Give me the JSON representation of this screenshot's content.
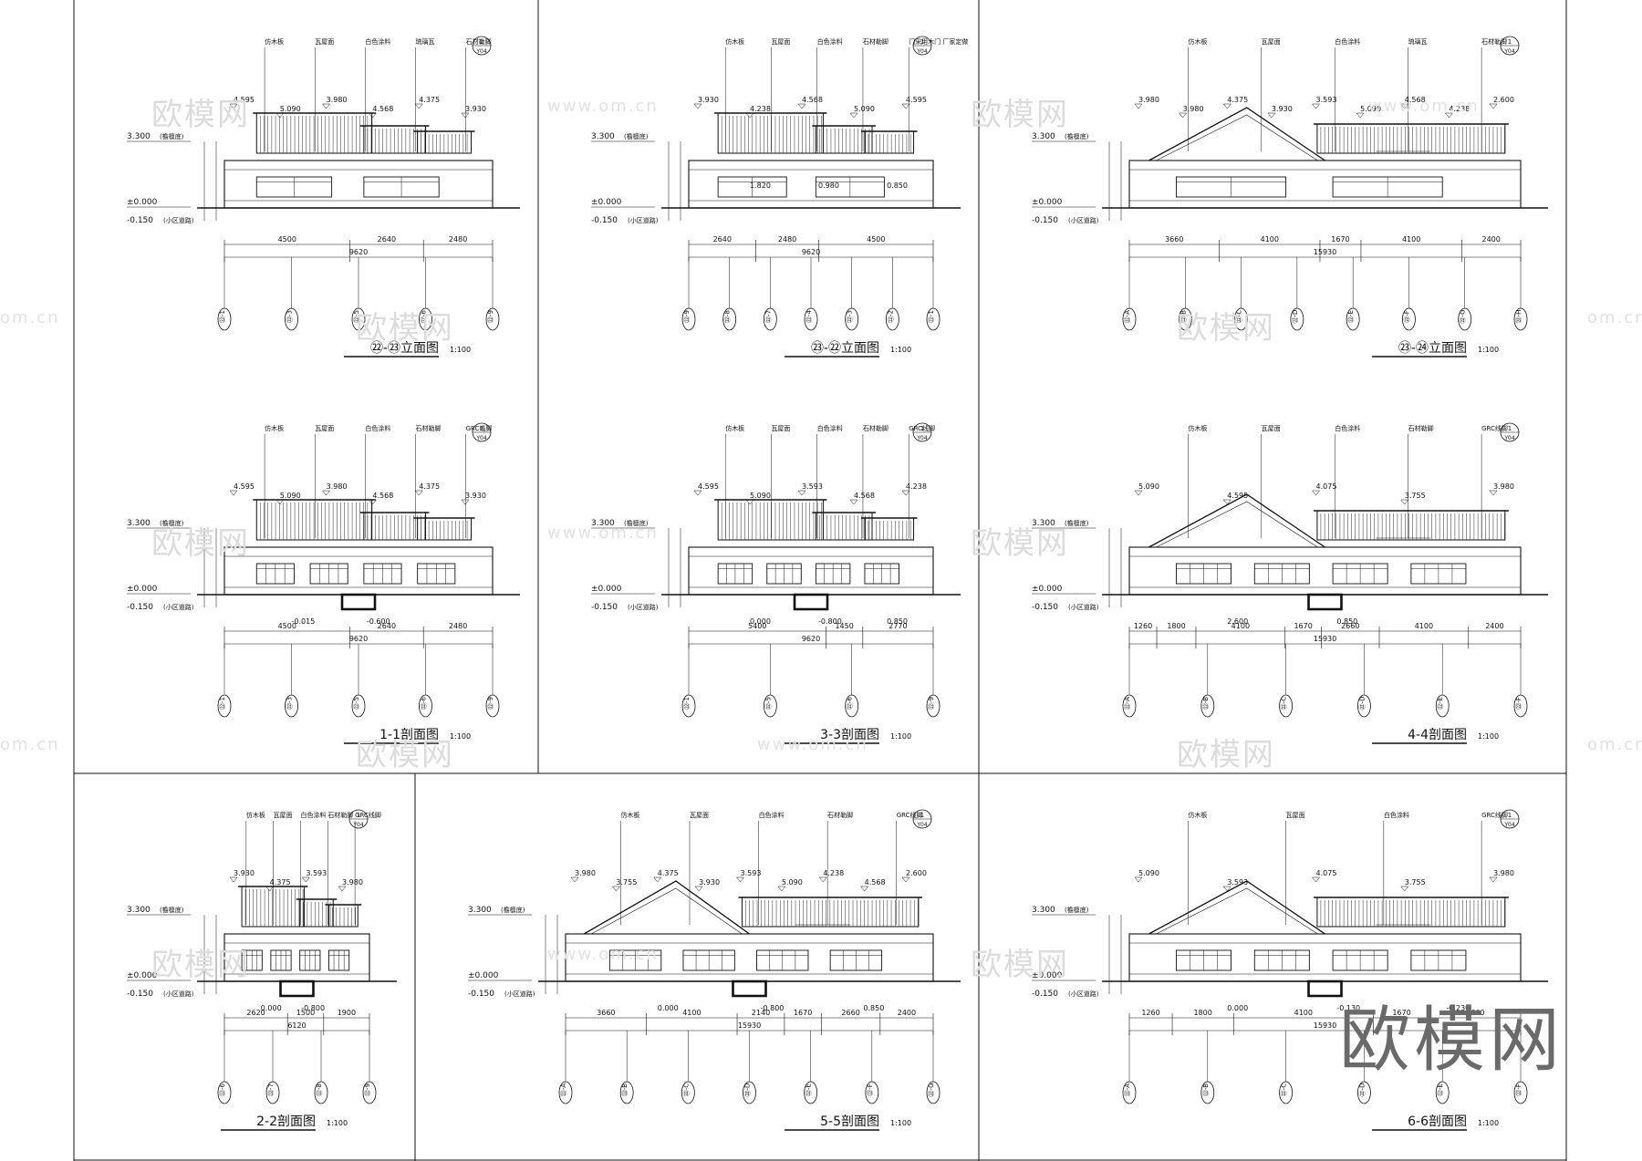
{
  "watermark": {
    "brand": "欧模网",
    "site": "www.om.cn",
    "site_partial": "om.cn"
  },
  "levels": {
    "eave": "3.300",
    "eave_note": "(檐檩底)",
    "ground": "±0.000",
    "outdoor": "-0.150",
    "outdoor_note": "(小区道路)"
  },
  "callout": {
    "num": "1",
    "sheet": "Y04"
  },
  "panels": [
    {
      "title": "㉒-㉓立面图",
      "scale": "1:100",
      "elev": [
        "4.595",
        "5.090",
        "3.980",
        "4.568",
        "4.375",
        "3.930"
      ],
      "dims": [
        "4500",
        "2640",
        "2480"
      ],
      "total": "9620",
      "axes": [
        "㉒-1",
        "㉒-3",
        "㉒-5",
        "㉒-6",
        "㉒-9"
      ],
      "notes": [
        "仿木板",
        "瓦屋面",
        "白色涂料",
        "琉璃瓦",
        "石材勒脚"
      ],
      "extra": []
    },
    {
      "title": "㉓-㉒立面图",
      "scale": "1:100",
      "elev": [
        "3.930",
        "4.238",
        "4.568",
        "5.090",
        "4.595"
      ],
      "dims": [
        "2640",
        "2480",
        "4500"
      ],
      "total": "9620",
      "axes": [
        "㉒-9",
        "㉒-8",
        "㉒-7",
        "㉒-4",
        "㉒-3",
        "㉒-2",
        "㉒-1"
      ],
      "notes": [
        "仿木板",
        "瓦屋面",
        "白色涂料",
        "石材勒脚",
        "门采用木门 厂家定做"
      ],
      "extra": [
        "1.820",
        "0.980",
        "0.850"
      ]
    },
    {
      "title": "㉓-㉔立面图",
      "scale": "1:100",
      "elev": [
        "3.980",
        "3.980",
        "4.375",
        "3.930",
        "3.593",
        "5.090",
        "4.568",
        "4.238",
        "2.600"
      ],
      "dims": [
        "3660",
        "4100",
        "1670",
        "4100",
        "2400"
      ],
      "total": "15930",
      "axes": [
        "㉒-A",
        "㉒-B",
        "㉒-C",
        "㉒-D",
        "㉒-E",
        "㉒-F",
        "㉒-G",
        "㉒-H"
      ],
      "notes": [
        "仿木板",
        "瓦屋面",
        "白色涂料",
        "琉璃瓦",
        "石材勒脚"
      ],
      "extra": []
    },
    {
      "title": "1-1剖面图",
      "scale": "1:100",
      "elev": [
        "4.595",
        "5.090",
        "3.980",
        "4.568",
        "4.375",
        "3.930"
      ],
      "dims": [
        "4500",
        "2640",
        "2480"
      ],
      "total": "9620",
      "axes": [
        "㉒-1",
        "㉒-3",
        "㉒-5",
        "㉒-6",
        "㉒-9"
      ],
      "notes": [
        "仿木板",
        "瓦屋面",
        "白色涂料",
        "石材勒脚",
        "GRC线脚"
      ],
      "extra": [
        "-0.015",
        "-0.600"
      ]
    },
    {
      "title": "3-3剖面图",
      "scale": "1:100",
      "elev": [
        "4.595",
        "5.090",
        "3.593",
        "4.568",
        "4.238"
      ],
      "dims": [
        "5400",
        "1450",
        "2770"
      ],
      "total": "9620",
      "axes": [
        "㉒-1",
        "㉒-5",
        "㉒-6",
        "㉒-9"
      ],
      "notes": [
        "仿木板",
        "瓦屋面",
        "白色涂料",
        "石材勒脚",
        "GRC线脚"
      ],
      "extra": [
        "0.000",
        "-0.800",
        "0.850"
      ]
    },
    {
      "title": "4-4剖面图",
      "scale": "1:100",
      "elev": [
        "5.090",
        "4.595",
        "4.075",
        "3.755",
        "3.980"
      ],
      "dims": [
        "1260",
        "1800",
        "4100",
        "1670",
        "2660",
        "4100",
        "2400"
      ],
      "total": "15930",
      "axes": [
        "㉒-A",
        "㉒-B",
        "㉒-C",
        "㉒-D",
        "㉒-E",
        "㉒-F"
      ],
      "notes": [
        "仿木板",
        "瓦屋面",
        "白色涂料",
        "石材勒脚",
        "GRC线脚"
      ],
      "extra": [
        "2.600",
        "0.850"
      ]
    },
    {
      "title": "2-2剖面图",
      "scale": "1:100",
      "elev": [
        "3.930",
        "4.375",
        "3.593",
        "3.980"
      ],
      "dims": [
        "2620",
        "1500",
        "1900"
      ],
      "total": "6120",
      "axes": [
        "㉒-6",
        "㉒-7",
        "㉒-8",
        "㉒-9"
      ],
      "notes": [
        "仿木板",
        "瓦屋面",
        "白色涂料",
        "石材勒脚",
        "GRC线脚"
      ],
      "extra": [
        "0.000",
        "-0.800"
      ]
    },
    {
      "title": "5-5剖面图",
      "scale": "1:100",
      "elev": [
        "3.980",
        "3.755",
        "4.375",
        "3.930",
        "3.593",
        "5.090",
        "4.238",
        "4.568",
        "2.600"
      ],
      "dims": [
        "3660",
        "4100",
        "2140",
        "1670",
        "2660",
        "2400"
      ],
      "total": "15930",
      "axes": [
        "㉒-A",
        "㉒-B",
        "㉒-C",
        "㉒-D",
        "㉒-E",
        "㉒-F",
        "㉒-G"
      ],
      "notes": [
        "仿木板",
        "瓦屋面",
        "白色涂料",
        "石材勒脚",
        "GRC线脚"
      ],
      "extra": [
        "0.000",
        "-0.800",
        "0.850"
      ]
    },
    {
      "title": "6-6剖面图",
      "scale": "1:100",
      "elev": [
        "5.090",
        "3.593",
        "4.075",
        "3.755",
        "3.980"
      ],
      "dims": [
        "1260",
        "1800",
        "4100",
        "1670",
        "2660"
      ],
      "total": "15930",
      "axes": [
        "㉒-A",
        "㉒-B",
        "㉒-C",
        "㉒-D",
        "㉒-E",
        "㉒-F"
      ],
      "notes": [
        "仿木板",
        "瓦屋面",
        "白色涂料",
        "GRC线脚"
      ],
      "extra": [
        "0.000",
        "-0.130",
        "-0.230"
      ]
    }
  ]
}
